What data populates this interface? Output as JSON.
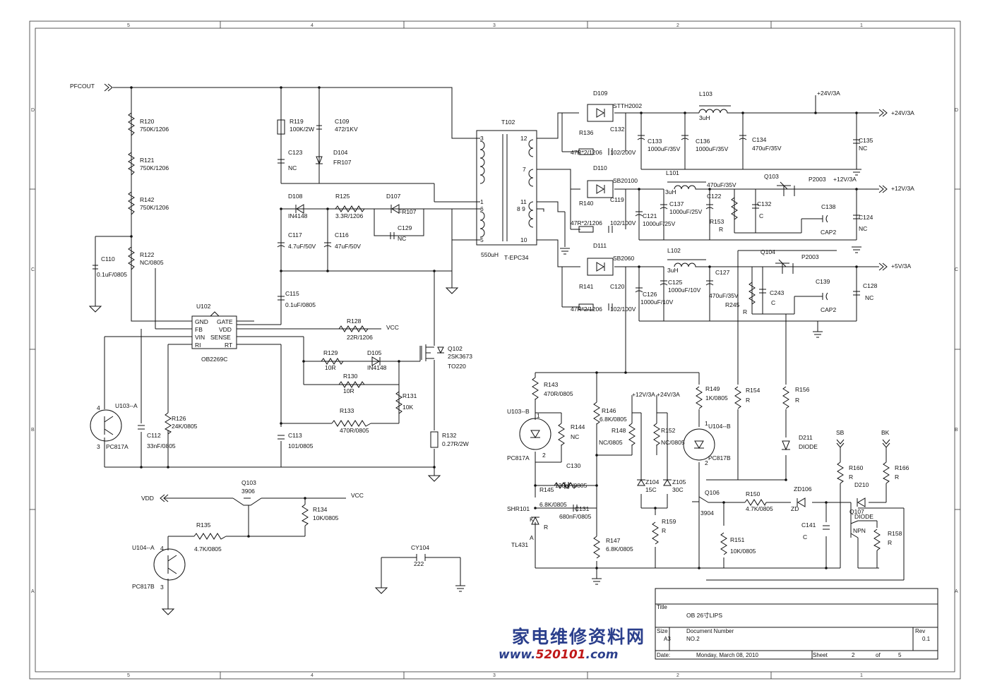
{
  "frame": {
    "col_labels": [
      "5",
      "4",
      "3",
      "2",
      "1"
    ],
    "row_labels": [
      "D",
      "C",
      "B",
      "A"
    ]
  },
  "title_block": {
    "title_label": "Title",
    "title": "OB 26寸LIPS",
    "size_label": "Size",
    "size": "A3",
    "docnum_label": "Document Number",
    "docnum": "NO.2",
    "rev_label": "Rev",
    "rev": "0.1",
    "date_label": "Date:",
    "date": "Monday, March 08, 2010",
    "sheet_label": "Sheet",
    "sheet": "2",
    "of_label": "of",
    "total": "5"
  },
  "watermark": {
    "cn": "家电维修资料网",
    "url_pre": "www.",
    "url_num": "520101",
    "url_post": ".com"
  },
  "ports": {
    "pfcout": "PFCOUT",
    "out24": "+24V/3A",
    "out12": "+12V/3A",
    "out5": "+5V/3A",
    "vdd": "VDD",
    "vcc1": "VCC",
    "vcc2": "VCC",
    "sb": "SB",
    "bk": "BK",
    "rail24": "+24V/3A",
    "rail12": "+12V/3A",
    "rail12b": "+12V/3A",
    "rail24b": "+24V/3A"
  },
  "labels": {
    "R120": "R120",
    "R120v": "750K/1206",
    "R121": "R121",
    "R121v": "750K/1206",
    "R142": "R142",
    "R142v": "750K/1206",
    "R122": "R122",
    "R122v": "NC/0805",
    "C110": "C110",
    "C110v": "0.1uF/0805",
    "R119": "R119",
    "R119v": "100K/2W",
    "C109": "C109",
    "C109v": "472/1KV",
    "C123": "C123",
    "C123v": "NC",
    "D104": "D104",
    "D104v": "FR107",
    "D108": "D108",
    "D108v": "IN4148",
    "R125": "R125",
    "R125v": "3.3R/1206",
    "D107": "D107",
    "D107v": "FR107",
    "C129": "C129",
    "C129v": "NC",
    "C117": "C117",
    "C117v": "4.7uF/50V",
    "C116": "C116",
    "C116v": "47uF/50V",
    "C115": "C115",
    "C115v": "0.1uF/0805",
    "U102": "U102",
    "U102v": "OB2269C",
    "pGND": "GND",
    "pFB": "FB",
    "pVIN": "VIN",
    "pRI": "RI",
    "pGATE": "GATE",
    "pVDD": "VDD",
    "pSENSE": "SENSE",
    "pRT": "RT",
    "R128": "R128",
    "R128v": "22R/1206",
    "R129": "R129",
    "R129v": "10R",
    "D105": "D105",
    "D105v": "IN4148",
    "R130": "R130",
    "R130v": "10R",
    "Q102": "Q102",
    "Q102v": "2SK3673",
    "Q102p": "TO220",
    "R131": "R131",
    "R131v": "10K",
    "R133": "R133",
    "R133v": "470R/0805",
    "R132": "R132",
    "R132v": "0.27R/2W",
    "C113": "C113",
    "C113v": "101/0805",
    "U103A": "U103--A",
    "U103Av": "PC817A",
    "C112": "C112",
    "C112v": "33nF/0805",
    "R126": "R126",
    "R126v": "24K/0805",
    "T102": "T102",
    "T102v": "550uH",
    "T102c": "T-EPC34",
    "t3": "3",
    "t1": "1",
    "t6": "6",
    "t5": "5",
    "t12": "12",
    "t7": "7",
    "t11": "11",
    "t89": "8 9",
    "t10": "10",
    "D109": "D109",
    "D109v": "STTH2002",
    "R136": "R136",
    "R136v": "47R*2/1206",
    "C132": "C132",
    "C132v": "102/200V",
    "L103": "L103",
    "L103v": "3uH",
    "C133": "C133",
    "C133v": "1000uF/35V",
    "C136": "C136",
    "C136v": "1000uF/35V",
    "C134": "C134",
    "C134v": "470uF/35V",
    "C135": "C135",
    "C135v": "NC",
    "D110": "D110",
    "D110v": "SB20100",
    "R140": "R140",
    "R140v": "47R*2/1206",
    "C119": "C119",
    "C119v": "102/100V",
    "L101": "L101",
    "L101v": "3uH",
    "C121": "C121",
    "C121v": "1000uF/25V",
    "C137": "C137",
    "C137v": "1000uF/25V",
    "C122": "C122",
    "C122v": "470uF/35V",
    "R153": "R153",
    "R153v": "R",
    "C132b": "C132",
    "C132bv": "C",
    "Q103a": "Q103",
    "P2003a": "P2003",
    "C138": "C138",
    "C138v": "CAP2",
    "C124": "C124",
    "C124v": "NC",
    "D111": "D111",
    "D111v": "SB2060",
    "R141": "R141",
    "R141v": "47R*2/1206",
    "C120": "C120",
    "C120v": "102/100V",
    "L102": "L102",
    "L102v": "3uH",
    "C126": "C126",
    "C126v": "1000uF/10V",
    "C125": "C125",
    "C125v": "1000uF/10V",
    "C127": "C127",
    "C127v": "470uF/35V",
    "R245": "R245",
    "R245v": "R",
    "C243": "C243",
    "C243v": "C",
    "Q104": "Q104",
    "P2003b": "P2003",
    "C139": "C139",
    "C139v": "CAP2",
    "C128": "C128",
    "C128v": "NC",
    "R143": "R143",
    "R143v": "470R/0805",
    "U103B": "U103--B",
    "U103Bv": "PC817A",
    "R144": "R144",
    "R144v": "NC",
    "R146": "R146",
    "R146v": "6.8K/0805",
    "R148": "R148",
    "R148v": "NC/0805",
    "R152": "R152",
    "R152v": "NC/0805",
    "R149": "R149",
    "R149v": "1K/0805",
    "R154": "R154",
    "R154v": "R",
    "R156": "R156",
    "R156v": "R",
    "U104B": "U104--B",
    "U104Bv": "PC817B",
    "D211": "D211",
    "D211v": "DIODE",
    "C130": "C130",
    "C130v": "120nF/0805",
    "R145": "R145",
    "R145v": "6.8K/0805",
    "C131": "C131",
    "C131v": "680nF/0805",
    "SHR101": "SHR101",
    "TL431": "TL431",
    "Z104": "Z104",
    "Z104v": "15C",
    "Z105": "Z105",
    "Z105v": "30C",
    "Q106": "Q106",
    "Q106v": "3904",
    "R150": "R150",
    "R150v": "4.7K/0805",
    "ZD106": "ZD106",
    "ZD106v": "ZD",
    "R160": "R160",
    "R160v": "R",
    "D210": "D210",
    "R166": "R166",
    "R166v": "R",
    "Q107": "Q107",
    "Q107d": "DIODE",
    "Q107v": "NPN",
    "C141": "C141",
    "C141v": "C",
    "R151": "R151",
    "R151v": "10K/0805",
    "R158": "R158",
    "R158v": "R",
    "R159": "R159",
    "R159v": "R",
    "R147": "R147",
    "R147v": "6.8K/0805",
    "Q103b": "Q103",
    "Q103bv": "3906",
    "R134": "R134",
    "R134v": "10K/0805",
    "R135": "R135",
    "R135v": "4.7K/0805",
    "U104A": "U104--A",
    "U104Av": "PC817B",
    "CY104": "CY104",
    "CY104v": "222",
    "pinK": "K",
    "pinA": "A",
    "pinR": "R",
    "pinR2": "R",
    "n4a": "4",
    "n3a": "3",
    "n4b": "4",
    "n3b": "3",
    "n1a": "1",
    "n2a": "2",
    "n1b": "1",
    "n2b": "2"
  }
}
